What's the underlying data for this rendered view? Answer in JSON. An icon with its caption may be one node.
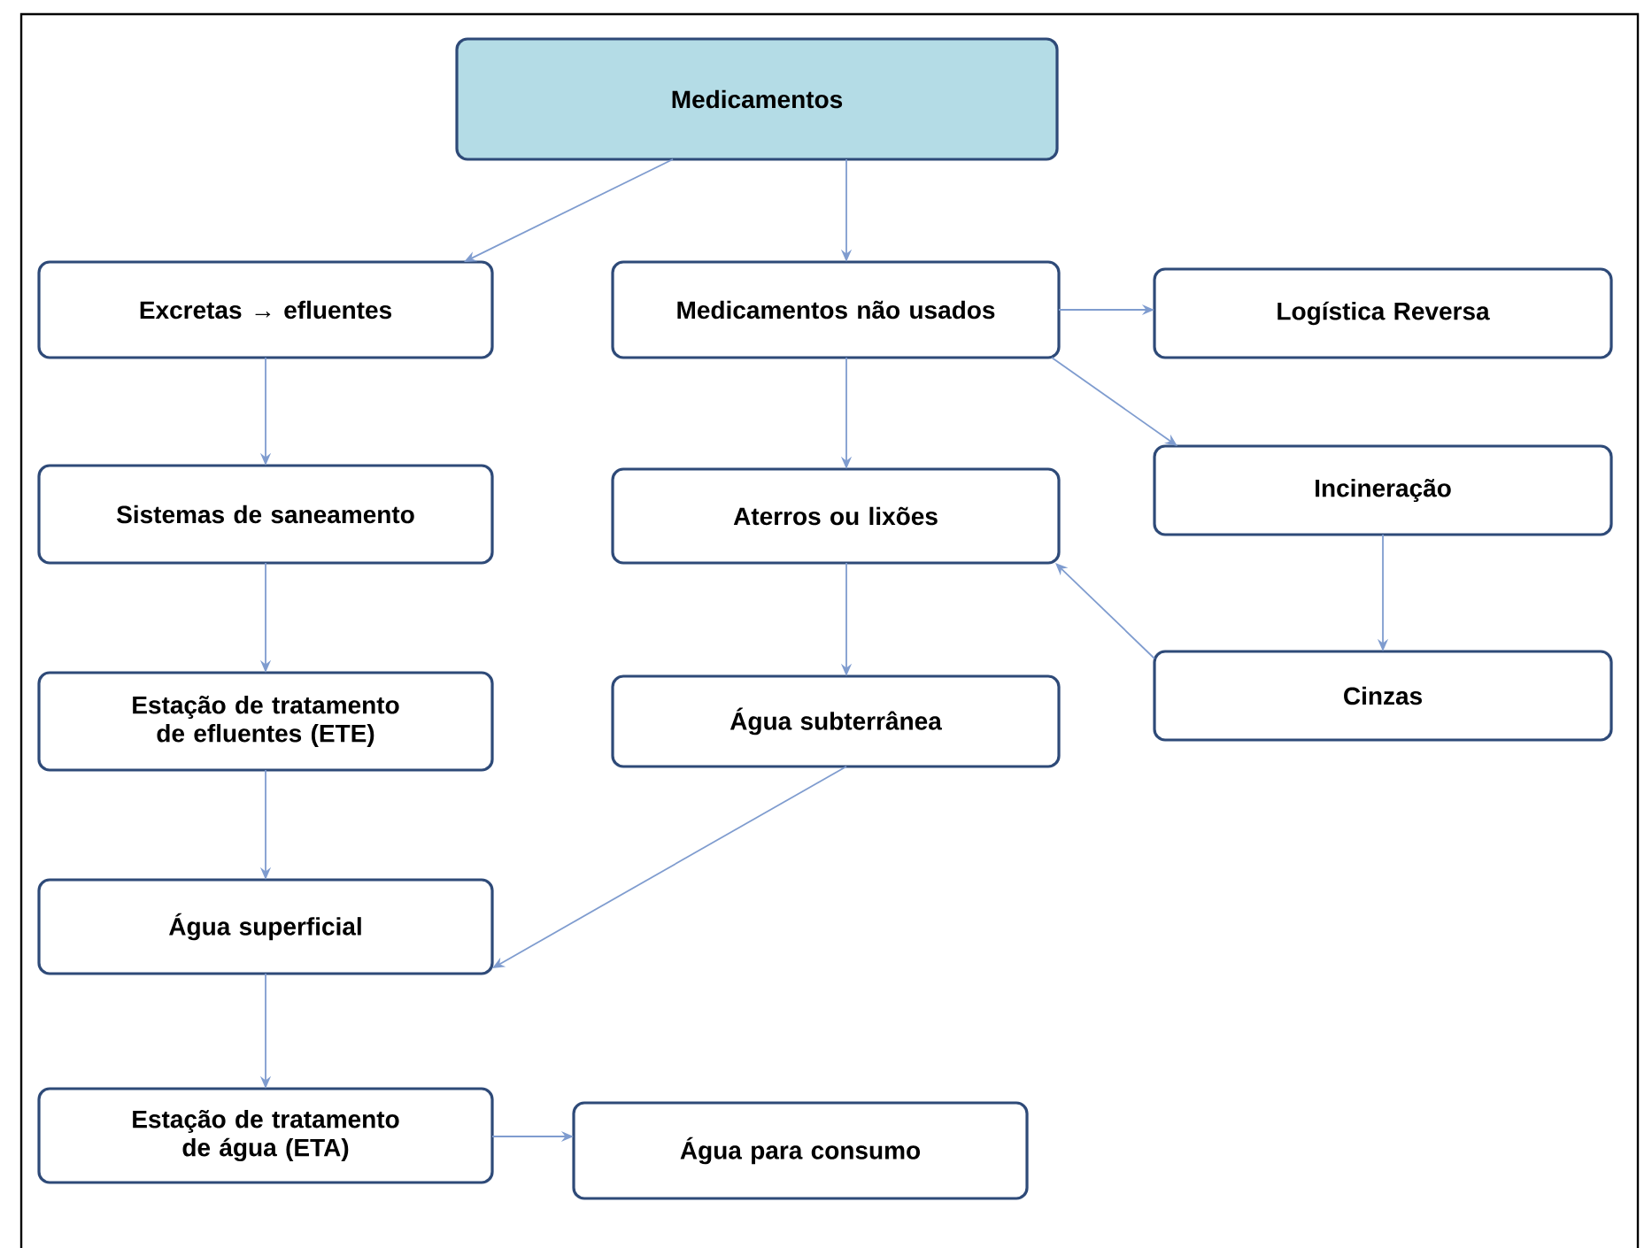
{
  "diagram": {
    "nodes": [
      {
        "text": [
          "Medicamentos"
        ]
      },
      {
        "text": [
          "Excretas → efluentes"
        ]
      },
      {
        "text": [
          "Medicamentos não usados"
        ]
      },
      {
        "text": [
          "Logística Reversa"
        ]
      },
      {
        "text": [
          "Sistemas de saneamento"
        ]
      },
      {
        "text": [
          "Aterros ou lixões"
        ]
      },
      {
        "text": [
          "Incineração"
        ]
      },
      {
        "text": [
          "Estação de tratamento de efluentes (ETE)"
        ]
      },
      {
        "text": [
          "Água subterrânea"
        ]
      },
      {
        "text": [
          "Cinzas"
        ]
      },
      {
        "text": [
          "Água superficial"
        ]
      },
      {
        "text": [
          "Estação de tratamento de água (ETA)"
        ]
      },
      {
        "text": [
          "Água para consumo"
        ]
      }
    ],
    "edges": [
      {
        "from": 0,
        "to": 1,
        "arrow": "to"
      },
      {
        "from": 0,
        "to": 2,
        "arrow": "to"
      },
      {
        "from": 2,
        "to": 3,
        "arrow": "to"
      },
      {
        "from": 2,
        "to": 6,
        "arrow": "to"
      },
      {
        "from": 1,
        "to": 4,
        "arrow": "to"
      },
      {
        "from": 2,
        "to": 5,
        "arrow": "to"
      },
      {
        "from": 6,
        "to": 9,
        "arrow": "to"
      },
      {
        "from": 9,
        "to": 5,
        "arrow": "to"
      },
      {
        "from": 4,
        "to": 7,
        "arrow": "to"
      },
      {
        "from": 5,
        "to": 8,
        "arrow": "to"
      },
      {
        "from": 7,
        "to": 10,
        "arrow": "to"
      },
      {
        "from": 8,
        "to": 10,
        "arrow": "to"
      },
      {
        "from": 10,
        "to": 11,
        "arrow": "to"
      },
      {
        "from": 11,
        "to": 12,
        "arrow": "to"
      }
    ]
  }
}
